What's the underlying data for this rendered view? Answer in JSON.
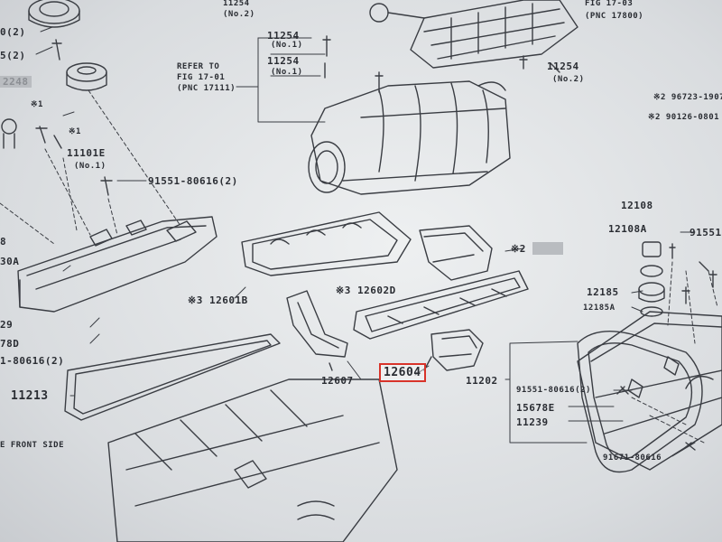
{
  "labels": {
    "p11254_top": "11254",
    "no2_top": "(No.2)",
    "p11254_a": "11254",
    "no1_a": "(No.1)",
    "p11254_b": "11254",
    "no1_b": "(No.1)",
    "refer1": "REFER TO",
    "refer2": "FIG 17-01",
    "refer3": "(PNC 17111)",
    "fig_right": "FIG 17-03",
    "pnc_right": "(PNC 17800)",
    "p11254_r": "11254",
    "no2_r": "(No.2)",
    "x2_96723": "※2 96723-1907",
    "x2_90126": "※2 90126-0801",
    "p0_2": "0(2)",
    "p5_2": "5(2)",
    "p2248": "2248",
    "x1a": "※1",
    "x1b": "※1",
    "p11101e": "11101E",
    "no1_c": "(No.1)",
    "p91551_l": "91551-80616(2)",
    "p8": "8",
    "p30a": "30A",
    "x3_12601b": "※3 12601B",
    "x3_12602d": "※3 12602D",
    "x2_box": "※2",
    "p12108": "12108",
    "p12108a": "12108A",
    "p91551_r": "91551-",
    "p12185": "12185",
    "p12185a": "12185A",
    "p29": "29",
    "p78d": "78D",
    "p80616": "1-80616(2)",
    "p12607": "12607",
    "p12604": "12604",
    "p11202": "11202",
    "p91551_b": "91551-80616(2)",
    "p15678e": "15678E",
    "p11239": "11239",
    "p11213": "11213",
    "front": "E FRONT SIDE",
    "p91671": "91671-80616"
  }
}
